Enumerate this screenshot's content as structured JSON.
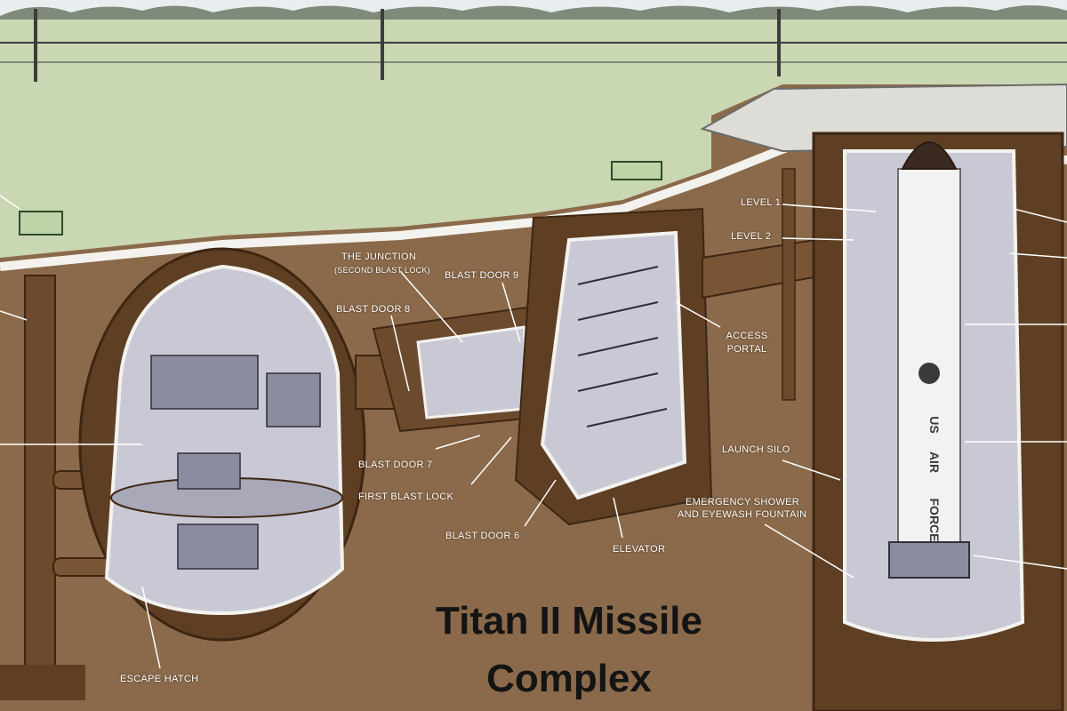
{
  "title": {
    "line1": "Titan II Missile",
    "line2": "Complex"
  },
  "labels": {
    "level_1": "LEVEL 1",
    "level_2": "LEVEL 2",
    "the_junction": "THE JUNCTION",
    "second_blast_lock": "(SECOND BLAST LOCK)",
    "blast_door_9": "BLAST DOOR 9",
    "blast_door_8": "BLAST DOOR 8",
    "access_portal_1": "ACCESS",
    "access_portal_2": "PORTAL",
    "blast_door_7": "BLAST DOOR 7",
    "first_blast_lock": "FIRST BLAST LOCK",
    "blast_door_6": "BLAST DOOR 6",
    "elevator": "ELEVATOR",
    "launch_silo": "LAUNCH SILO",
    "emergency_shower_1": "EMERGENCY SHOWER",
    "emergency_shower_2": "AND EYEWASH FOUNTAIN",
    "escape_hatch": "ESCAPE HATCH"
  },
  "missile_marking": {
    "line1": "US",
    "line2": "AIR",
    "line3": "FORCE"
  },
  "colors": {
    "sky": "#e8eef0",
    "grass": "#c9d7b3",
    "soil": "#8a6a4a",
    "concrete_edge": "#f4f2ee",
    "structure": "#6b4a2e",
    "interior": "#c9c9d6",
    "missile": "#f2f2f2",
    "title_text": "#141414"
  }
}
